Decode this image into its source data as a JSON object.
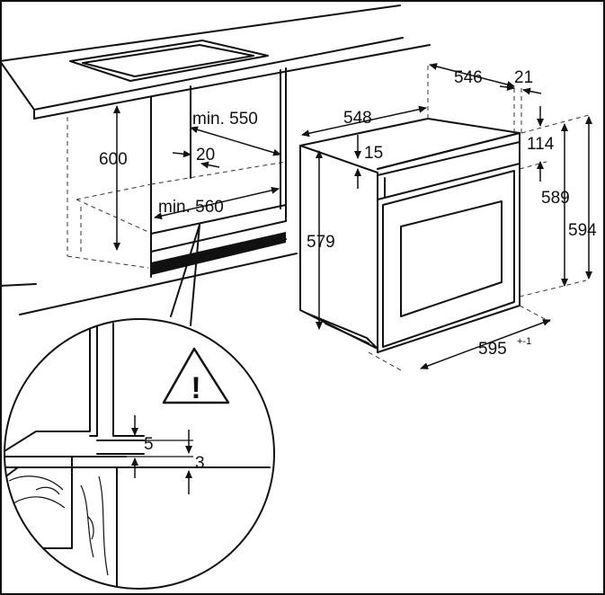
{
  "dimensions": {
    "cabinet_height": "600",
    "cabinet_depth_min": "min. 550",
    "gap_top": "20",
    "cabinet_width_min": "min. 560",
    "oven_depth_top": "546",
    "oven_depth_front": "21",
    "oven_depth_side": "548",
    "top_offset": "15",
    "panel_height": "114",
    "oven_body_height": "579",
    "oven_inner_height": "589",
    "oven_total_height": "594",
    "oven_width": "595",
    "oven_width_tolerance": "+-1",
    "detail_gap_a": "5",
    "detail_gap_b": "3"
  },
  "warning_symbol": "!"
}
